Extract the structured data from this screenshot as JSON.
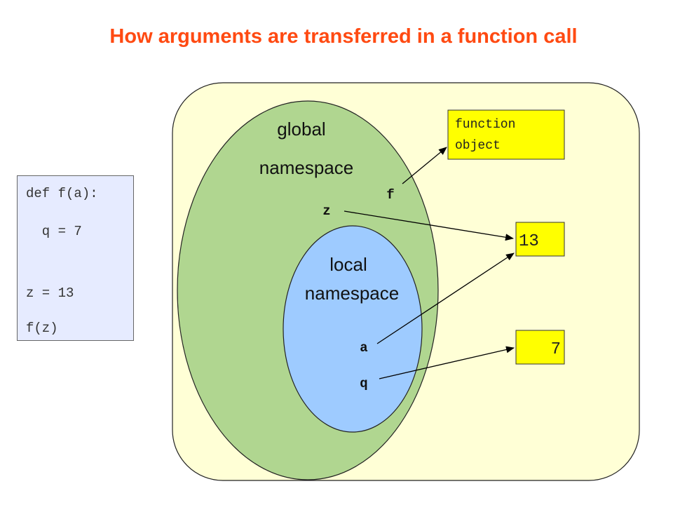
{
  "title": "How arguments are transferred in a function call",
  "code": {
    "lines": [
      "def f(a):",
      "  q = 7",
      "z = 13",
      "f(z)"
    ]
  },
  "diagram": {
    "global_label_1": "global",
    "global_label_2": "namespace",
    "local_label_1": "local",
    "local_label_2": "namespace",
    "vars": {
      "f": "f",
      "z": "z",
      "a": "a",
      "q": "q"
    },
    "function_object": [
      "function",
      "object"
    ],
    "value_13": "13",
    "value_7": "7"
  },
  "colors": {
    "title": "#ff4a12",
    "heap": "#ffffd6",
    "global": "#b0d690",
    "local": "#9ecbff",
    "object_box": "#ffff00",
    "code_bg": "#e6ebff"
  }
}
